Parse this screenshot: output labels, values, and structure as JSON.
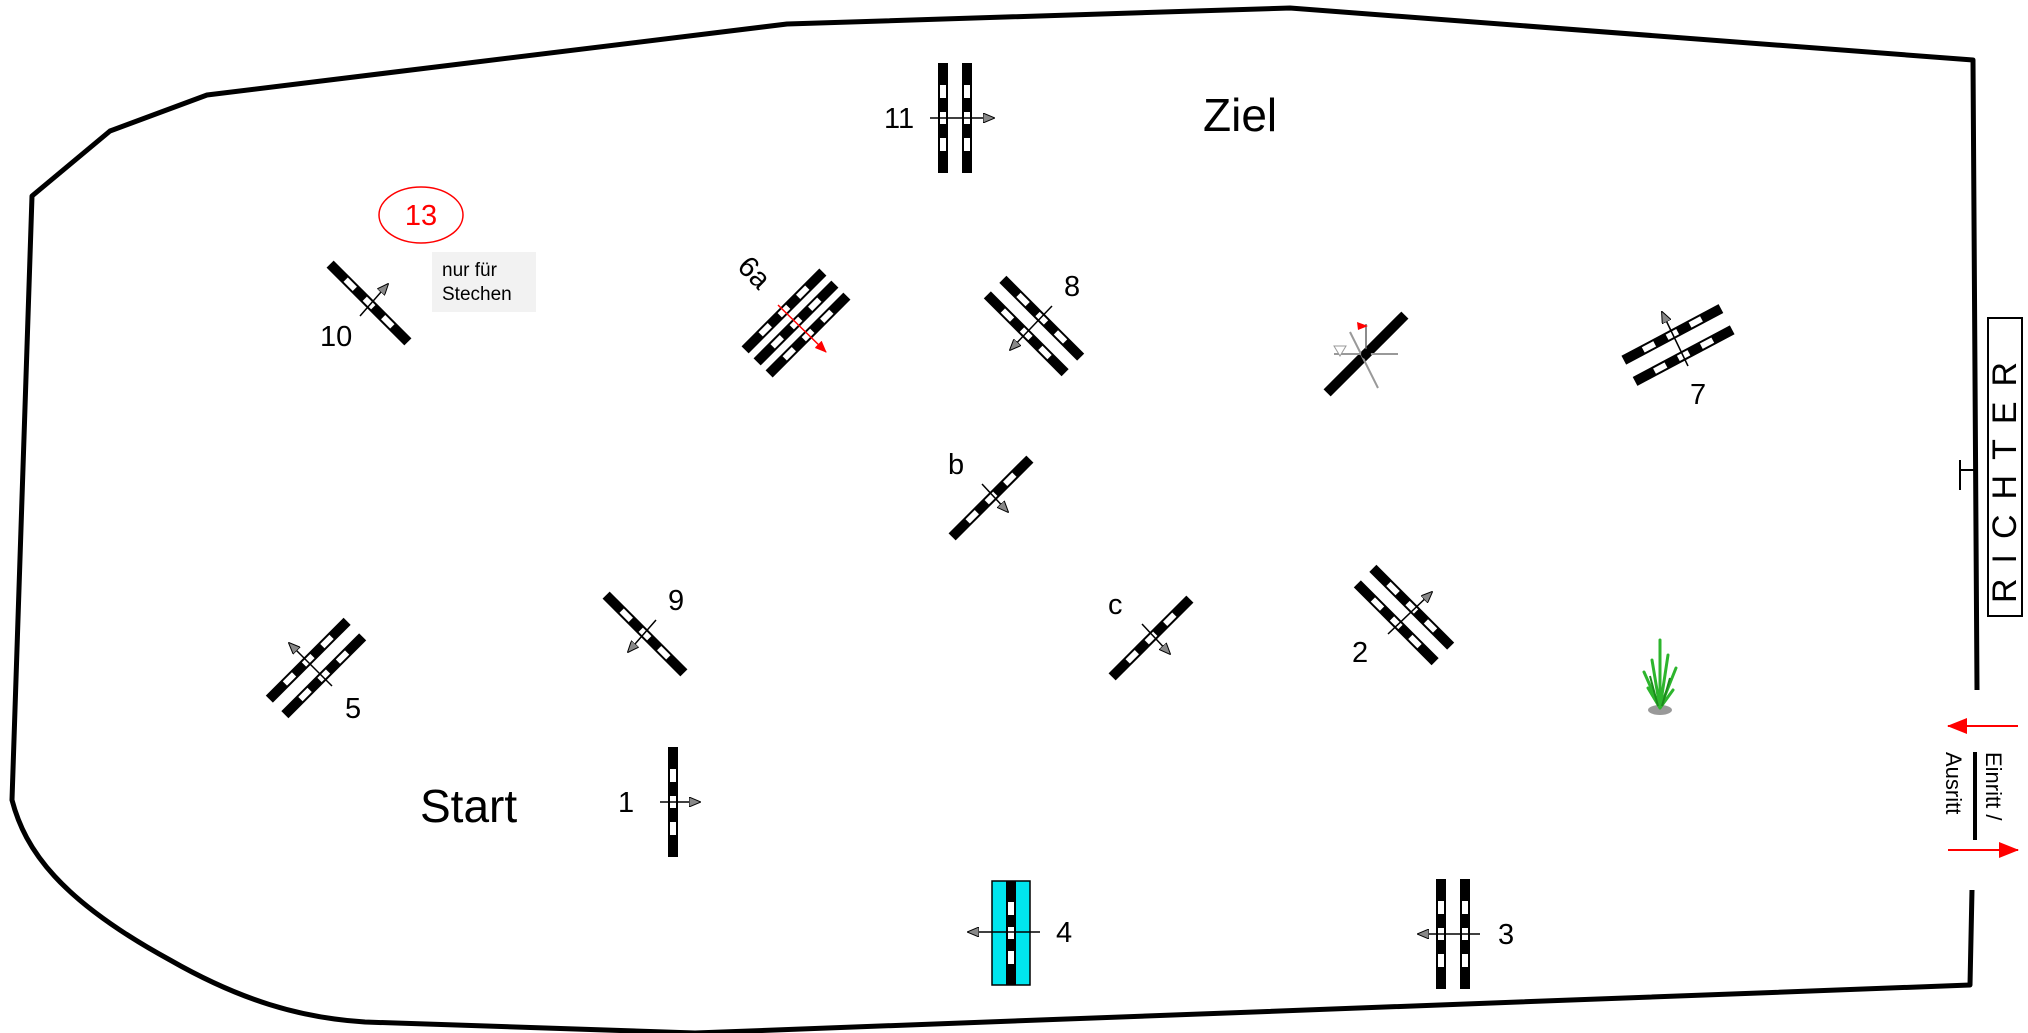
{
  "course": {
    "start_label": "Start",
    "finish_label": "Ziel",
    "judge_label": "RICHTER",
    "entry_label_line1": "Einritt /",
    "entry_label_line2": "Ausritt",
    "jumpoff_number": "13",
    "jumpoff_note_line1": "nur für",
    "jumpoff_note_line2": "Stechen",
    "obstacles": [
      {
        "id": "1",
        "label": "1",
        "kind": "vertical"
      },
      {
        "id": "2",
        "label": "2",
        "kind": "oxer"
      },
      {
        "id": "3",
        "label": "3",
        "kind": "oxer"
      },
      {
        "id": "4",
        "label": "4",
        "kind": "water-vertical"
      },
      {
        "id": "5",
        "label": "5",
        "kind": "oxer"
      },
      {
        "id": "6a",
        "label": "6a",
        "kind": "triple-bar"
      },
      {
        "id": "7",
        "label": "7",
        "kind": "oxer"
      },
      {
        "id": "8",
        "label": "8",
        "kind": "oxer"
      },
      {
        "id": "9",
        "label": "9",
        "kind": "vertical"
      },
      {
        "id": "10",
        "label": "10",
        "kind": "vertical"
      },
      {
        "id": "11",
        "label": "11",
        "kind": "oxer"
      },
      {
        "id": "b",
        "label": "b",
        "kind": "vertical"
      },
      {
        "id": "c",
        "label": "c",
        "kind": "vertical"
      }
    ],
    "colors": {
      "fence": "#000000",
      "arrow_fill": "#888888",
      "arrow_red": "#ff0000",
      "water": "#00e5ee",
      "plant": "#2db52d"
    }
  }
}
